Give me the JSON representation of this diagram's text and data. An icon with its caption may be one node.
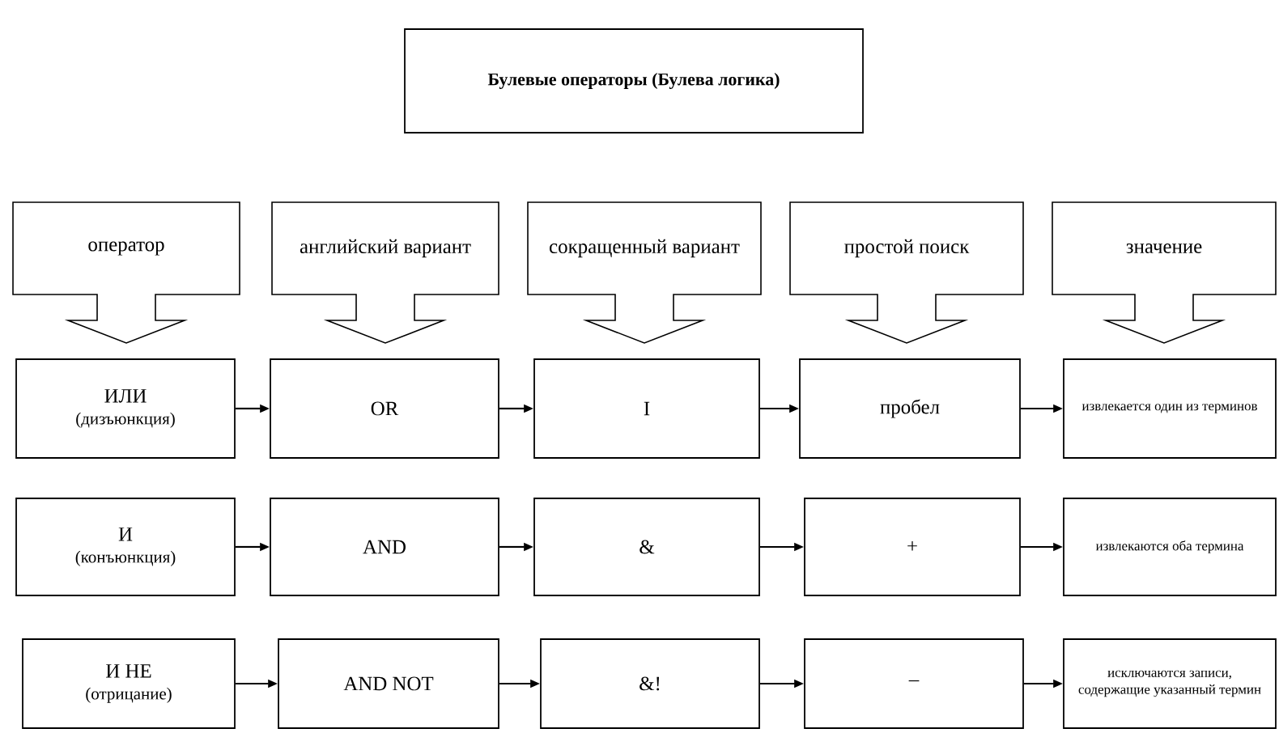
{
  "diagram": {
    "nodes": [
      {
        "text": [
          "Булевые операторы (Булева логика)"
        ]
      },
      {
        "text": [
          "оператор"
        ]
      },
      {
        "text": [
          "английский вариант"
        ]
      },
      {
        "text": [
          "сокращенный вариант"
        ]
      },
      {
        "text": [
          "простой поиск"
        ]
      },
      {
        "text": [
          "значение"
        ]
      },
      {
        "text": [
          "ИЛИ",
          "(дизъюнкция)"
        ]
      },
      {
        "text": [
          "OR"
        ]
      },
      {
        "text": [
          "I"
        ]
      },
      {
        "text": [
          "пробел"
        ]
      },
      {
        "text": [
          "извлекается один из терминов"
        ]
      },
      {
        "text": [
          "И",
          "(конъюнкция)"
        ]
      },
      {
        "text": [
          "AND"
        ]
      },
      {
        "text": [
          "&"
        ]
      },
      {
        "text": [
          "+"
        ]
      },
      {
        "text": [
          "извлекаются оба термина"
        ]
      },
      {
        "text": [
          "И НЕ",
          "(отрицание)"
        ]
      },
      {
        "text": [
          "AND NOT"
        ]
      },
      {
        "text": [
          "&!"
        ]
      },
      {
        "text": [
          "–"
        ]
      },
      {
        "text": [
          "исключаются записи, содержащие указанный термин"
        ]
      }
    ],
    "edges": [
      {
        "from": 6,
        "to": 7,
        "arrow": "to"
      },
      {
        "from": 7,
        "to": 8,
        "arrow": "to"
      },
      {
        "from": 8,
        "to": 9,
        "arrow": "to"
      },
      {
        "from": 9,
        "to": 10,
        "arrow": "to"
      },
      {
        "from": 11,
        "to": 12,
        "arrow": "to"
      },
      {
        "from": 12,
        "to": 13,
        "arrow": "to"
      },
      {
        "from": 13,
        "to": 14,
        "arrow": "to"
      },
      {
        "from": 14,
        "to": 15,
        "arrow": "to"
      },
      {
        "from": 16,
        "to": 17,
        "arrow": "to"
      },
      {
        "from": 17,
        "to": 18,
        "arrow": "to"
      },
      {
        "from": 18,
        "to": 19,
        "arrow": "to"
      },
      {
        "from": 19,
        "to": 20,
        "arrow": "to"
      }
    ]
  }
}
